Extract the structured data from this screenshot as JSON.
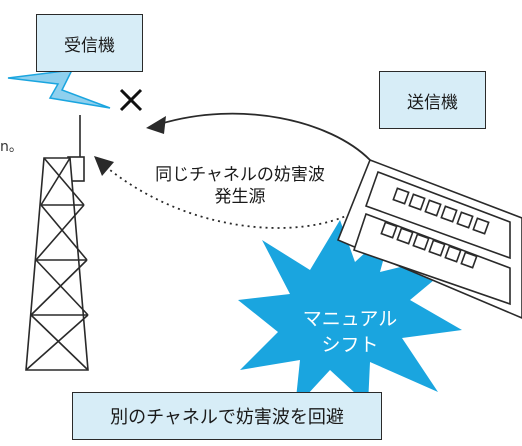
{
  "labels": {
    "receiver": "受信機",
    "transmitter": "送信機",
    "interference": [
      "同じチャネルの妨害波",
      "発生源"
    ],
    "manual_shift": [
      "マニュアル",
      "シフト"
    ],
    "footer": "別のチャネルで妨害波を回避",
    "edge_fragment": "n。"
  },
  "colors": {
    "box_fill": "#d7edf7",
    "burst_fill": "#1aa5df",
    "line": "#2a2a2a"
  },
  "icons": {
    "blocked": "x-mark-icon",
    "lightning": "lightning-bolt-icon",
    "tower": "antenna-tower-icon",
    "device": "transmitter-device-icon"
  }
}
